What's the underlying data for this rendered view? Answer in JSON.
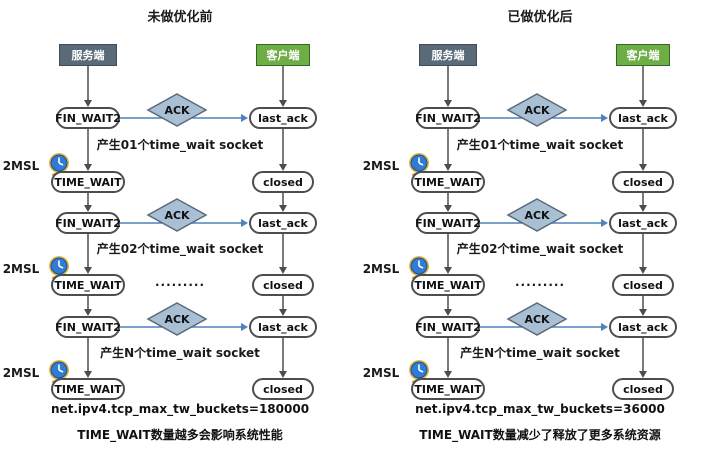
{
  "panels": [
    {
      "title": "未做优化前",
      "server_label": "服务端",
      "client_label": "客户端",
      "msl_label": "2MSL",
      "dots": ".........",
      "rows": [
        {
          "left_state": "FIN_WAIT2",
          "ack_label": "ACK",
          "right_state": "last_ack",
          "note": "产生01个time_wait socket",
          "wait_state": "TIME_WAIT",
          "closed_state": "closed"
        },
        {
          "left_state": "FIN_WAIT2",
          "ack_label": "ACK",
          "right_state": "last_ack",
          "note": "产生02个time_wait socket",
          "wait_state": "TIME_WAIT",
          "closed_state": "closed"
        },
        {
          "left_state": "FIN_WAIT2",
          "ack_label": "ACK",
          "right_state": "last_ack",
          "note": "产生N个time_wait socket",
          "wait_state": "TIME_WAIT",
          "closed_state": "closed"
        }
      ],
      "footer_config": "net.ipv4.tcp_max_tw_buckets=180000",
      "footer_note": "TIME_WAIT数量越多会影响系统性能"
    },
    {
      "title": "已做优化后",
      "server_label": "服务端",
      "client_label": "客户端",
      "msl_label": "2MSL",
      "dots": ".........",
      "rows": [
        {
          "left_state": "FIN_WAIT2",
          "ack_label": "ACK",
          "right_state": "last_ack",
          "note": "产生01个time_wait socket",
          "wait_state": "TIME_WAIT",
          "closed_state": "closed"
        },
        {
          "left_state": "FIN_WAIT2",
          "ack_label": "ACK",
          "right_state": "last_ack",
          "note": "产生02个time_wait socket",
          "wait_state": "TIME_WAIT",
          "closed_state": "closed"
        },
        {
          "left_state": "FIN_WAIT2",
          "ack_label": "ACK",
          "right_state": "last_ack",
          "note": "产生N个time_wait socket",
          "wait_state": "TIME_WAIT",
          "closed_state": "closed"
        }
      ],
      "footer_config": "net.ipv4.tcp_max_tw_buckets=36000",
      "footer_note": "TIME_WAIT数量减少了释放了更多系统资源"
    }
  ],
  "colors": {
    "server_box": "#5b6a78",
    "client_box": "#6fad47",
    "diamond_fill": "#a9bfd4",
    "diamond_border": "#5a6b7c",
    "arrow_blue": "#4f81bd",
    "arrow_gray": "#4d4d4d",
    "node_border": "#4d4d4d"
  }
}
